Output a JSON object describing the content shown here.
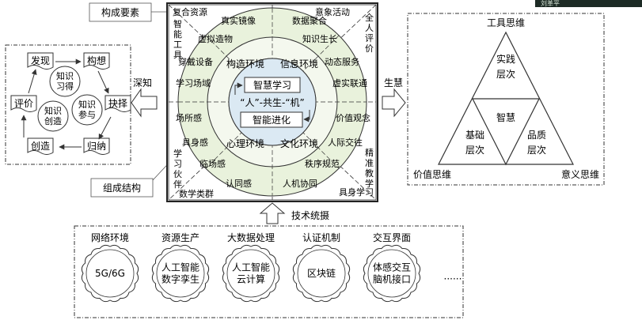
{
  "overlay": {
    "user_name": "刘革平"
  },
  "callouts": {
    "elements": "构成要素",
    "structure": "组成结构"
  },
  "arrows": {
    "deep_know": "深知",
    "generate_wisdom": "生慧",
    "tech_support": "技术统摄"
  },
  "left_cycle": {
    "nodes": [
      "发现",
      "构想",
      "抉择",
      "归纳",
      "创造",
      "评价"
    ],
    "circles": [
      "知识\n习得",
      "知识\n创造",
      "知识\n参与"
    ]
  },
  "square": {
    "corners": [
      "复合资源",
      "全人评价",
      "具身学习",
      "数学类群"
    ],
    "left_edge": "智能工具",
    "right_edge": "精准教学",
    "left_bottom_edge": "学习伙伴",
    "right_top_edge": "意象活动",
    "outer_ring": [
      "真实镜像",
      "数据聚合",
      "虚拟造物",
      "知识生长",
      "穿戴设备",
      "动态服务",
      "学习场域",
      "虚实联通",
      "场所感",
      "价值观念",
      "具身感",
      "人际交往",
      "临场感",
      "秩序规范",
      "认同感",
      "人机协同"
    ],
    "middle_ring": [
      "构造环境",
      "信息环境",
      "心理环境",
      "文化环境"
    ],
    "core": {
      "top": "智慧学习",
      "center": "“人”-共生-“机”",
      "bottom": "智能进化"
    }
  },
  "triangle": {
    "top_label": "工具思维",
    "bottom_left_label": "价值思维",
    "bottom_right_label": "意义思维",
    "cells": [
      "实践\n层次",
      "基础\n层次",
      "智慧",
      "品质\n层次"
    ]
  },
  "tech": {
    "columns": [
      {
        "header": "网络环境",
        "content": "5G/6G"
      },
      {
        "header": "资源生产",
        "content": "人工智能\n数字孪生"
      },
      {
        "header": "大数据处理",
        "content": "人工智能\n云计算"
      },
      {
        "header": "认证机制",
        "content": "区块链"
      },
      {
        "header": "交互界面",
        "content": "体感交互\n脑机接口"
      }
    ],
    "ellipsis": "······"
  }
}
